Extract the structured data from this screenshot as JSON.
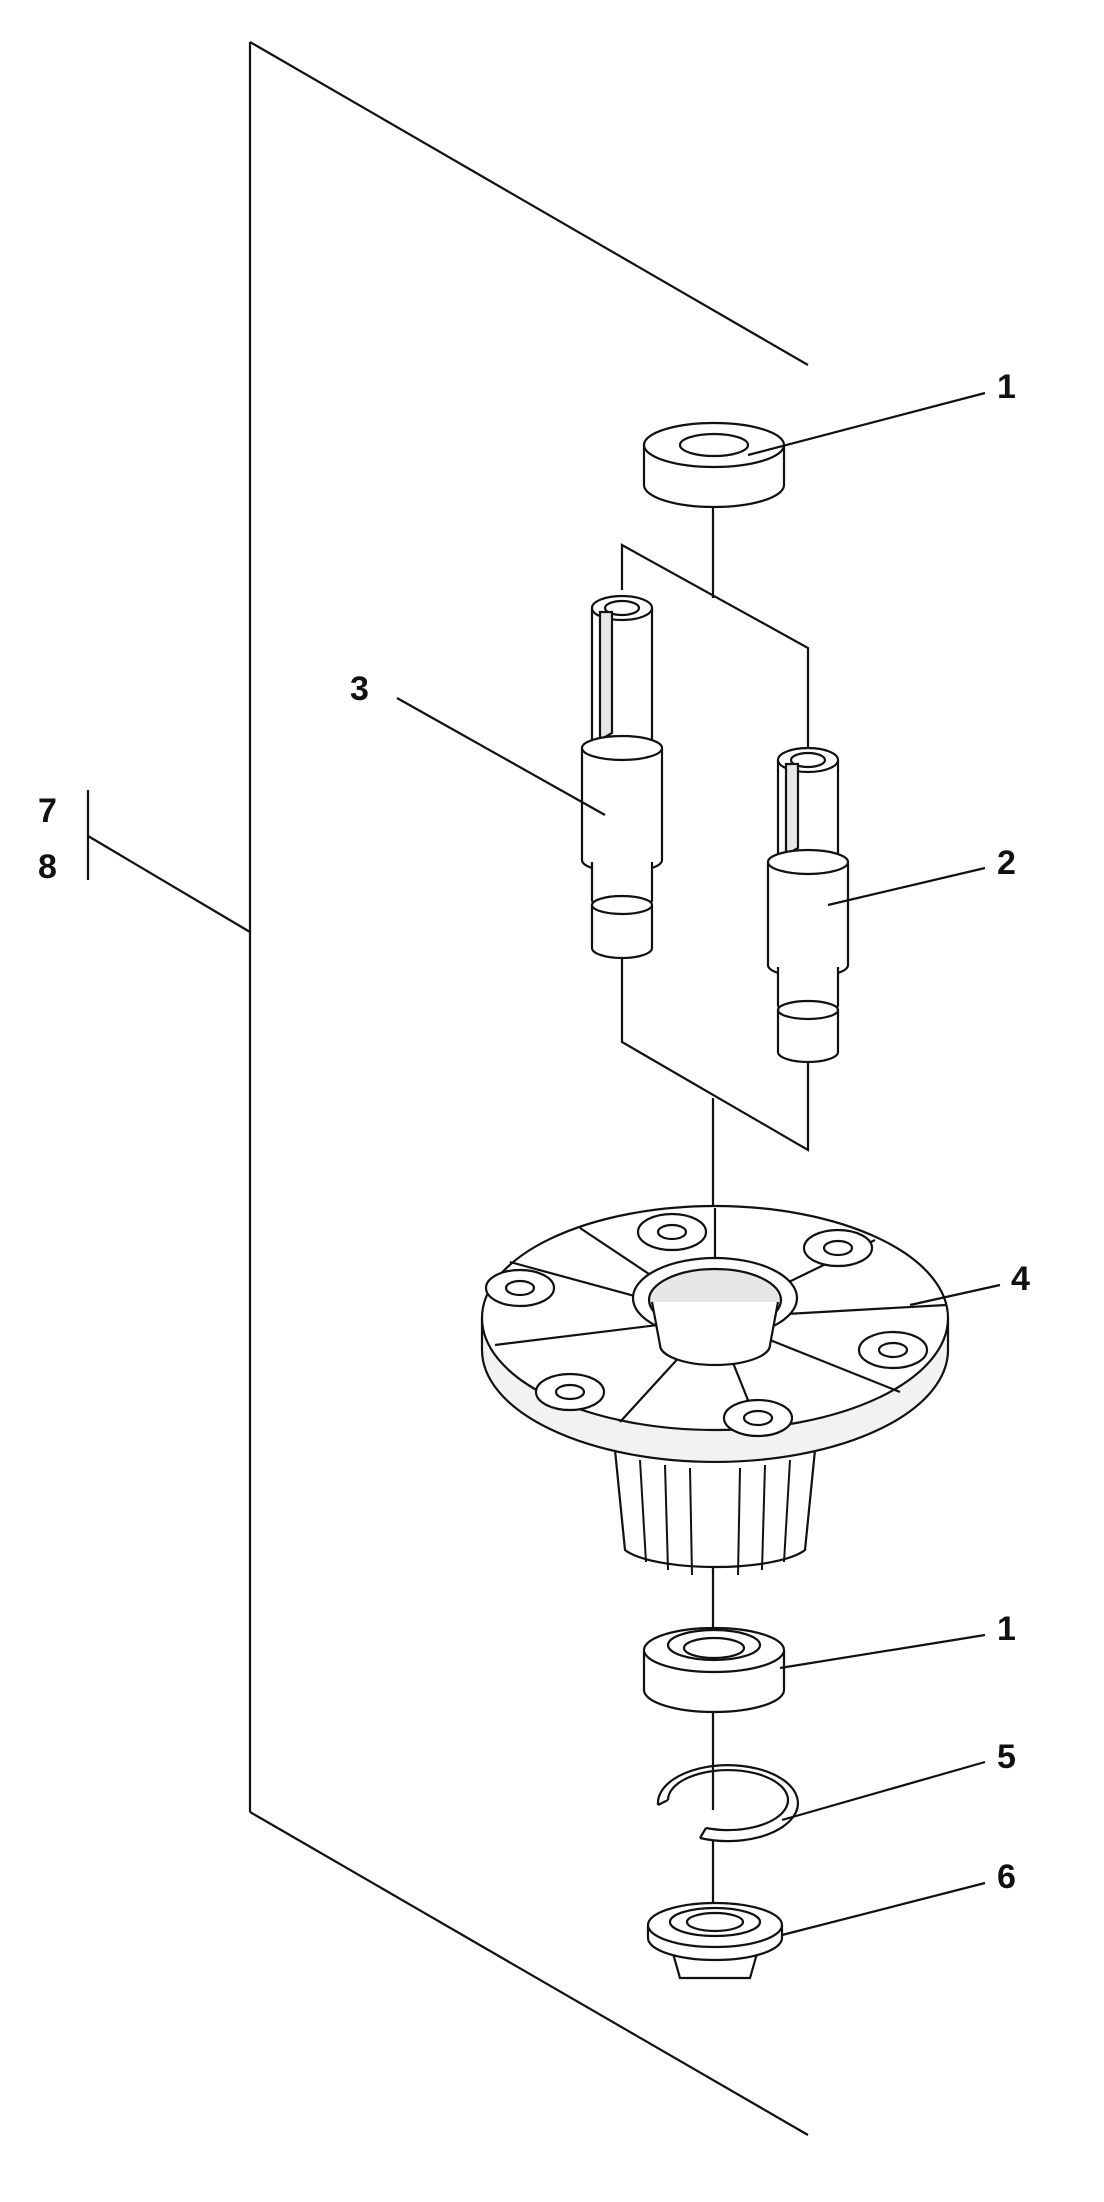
{
  "diagram": {
    "callouts": [
      {
        "id": "callout-1-top",
        "label": "1"
      },
      {
        "id": "callout-2",
        "label": "2"
      },
      {
        "id": "callout-3",
        "label": "3"
      },
      {
        "id": "callout-4",
        "label": "4"
      },
      {
        "id": "callout-1-bottom",
        "label": "1"
      },
      {
        "id": "callout-5",
        "label": "5"
      },
      {
        "id": "callout-6",
        "label": "6"
      },
      {
        "id": "callout-7",
        "label": "7"
      },
      {
        "id": "callout-8",
        "label": "8"
      }
    ],
    "colors": {
      "line": "#111111",
      "background": "#ffffff",
      "part_fill": "#ffffff",
      "shade": "#e6e6e6"
    }
  }
}
